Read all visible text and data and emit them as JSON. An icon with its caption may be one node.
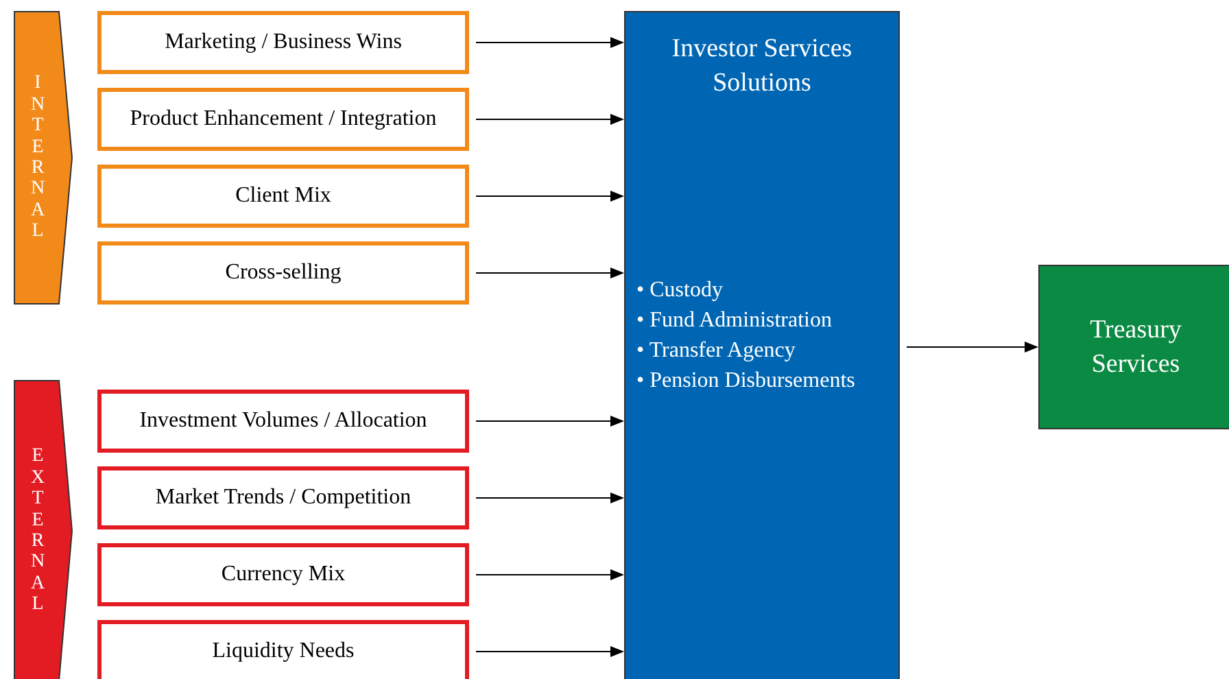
{
  "diagram": {
    "nodes": [
      {
        "text": [
          "INTERNAL"
        ]
      },
      {
        "text": [
          "Marketing / Business Wins"
        ]
      },
      {
        "text": [
          "Product Enhancement / Integration"
        ]
      },
      {
        "text": [
          "Client Mix"
        ]
      },
      {
        "text": [
          "Cross-selling"
        ]
      },
      {
        "text": [
          "EXTERNAL"
        ]
      },
      {
        "text": [
          "Investment Volumes / Allocation"
        ]
      },
      {
        "text": [
          "Market Trends / Competition"
        ]
      },
      {
        "text": [
          "Currency Mix"
        ]
      },
      {
        "text": [
          "Liquidity Needs"
        ]
      },
      {
        "text": [
          "Investor Services Solutions",
          "• Custody",
          "• Fund Administration",
          "• Transfer Agency",
          "• Pension Disbursements"
        ]
      },
      {
        "text": [
          "Treasury Services"
        ]
      }
    ],
    "edges": [
      {
        "from": 1,
        "to": 10,
        "arrow": "to"
      },
      {
        "from": 2,
        "to": 10,
        "arrow": "to"
      },
      {
        "from": 3,
        "to": 10,
        "arrow": "to"
      },
      {
        "from": 4,
        "to": 10,
        "arrow": "to"
      },
      {
        "from": 6,
        "to": 10,
        "arrow": "to"
      },
      {
        "from": 7,
        "to": 10,
        "arrow": "to"
      },
      {
        "from": 8,
        "to": 10,
        "arrow": "to"
      },
      {
        "from": 9,
        "to": 10,
        "arrow": "to"
      },
      {
        "from": 10,
        "to": 11,
        "arrow": "to"
      }
    ]
  }
}
